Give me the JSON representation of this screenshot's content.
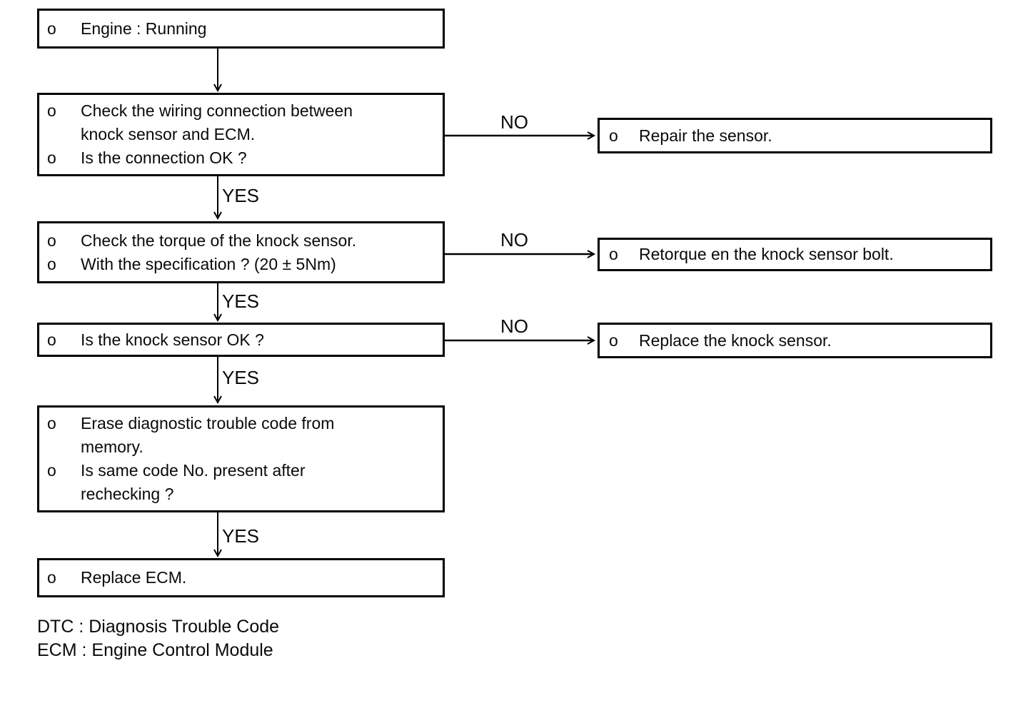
{
  "diagram": {
    "bullet_char": "o",
    "labels": {
      "yes": "YES",
      "no": "NO"
    },
    "steps": [
      {
        "bullets": [
          "Engine : Running"
        ]
      },
      {
        "bullets": [
          "Check the wiring connection between\nknock sensor and ECM.",
          "Is the connection OK ?"
        ]
      },
      {
        "bullets": [
          "Check the torque of the knock sensor.",
          "With the specification ? (20 ± 5Nm)"
        ]
      },
      {
        "bullets": [
          "Is the knock sensor OK ?"
        ]
      },
      {
        "bullets": [
          "Erase diagnostic trouble code from\nmemory.",
          "Is same code No. present after\nrechecking ?"
        ]
      },
      {
        "bullets": [
          "Replace ECM."
        ]
      }
    ],
    "actions": [
      {
        "bullets": [
          "Repair the sensor."
        ]
      },
      {
        "bullets": [
          "Retorque en the knock sensor bolt."
        ]
      },
      {
        "bullets": [
          "Replace the knock sensor."
        ]
      }
    ],
    "footnotes": [
      "DTC : Diagnosis Trouble Code",
      "ECM : Engine Control Module"
    ],
    "colors": {
      "line": "#000000",
      "background": "#ffffff",
      "text": "#0a0a0a"
    }
  }
}
